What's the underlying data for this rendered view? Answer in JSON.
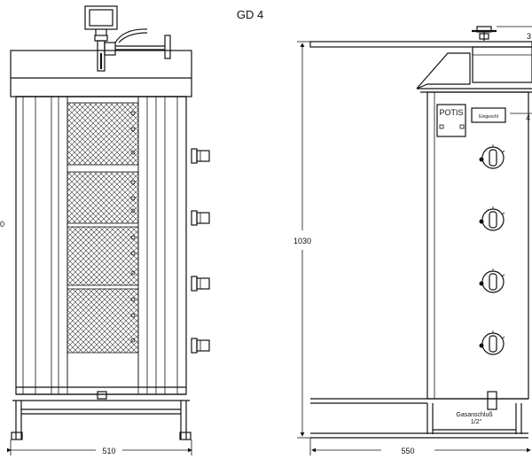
{
  "drawing": {
    "title": "GD 4",
    "front_view": {
      "width_label": "510",
      "height_label_partial": "0"
    },
    "side_view": {
      "height_label": "1030",
      "depth_label": "550",
      "brand": "POTIS",
      "sticker": "Eingeschl",
      "gas_label": "Gasanschluß",
      "gas_size": "1/2\"",
      "top_dim_partial": "3",
      "side_dim_partial": "4"
    }
  }
}
